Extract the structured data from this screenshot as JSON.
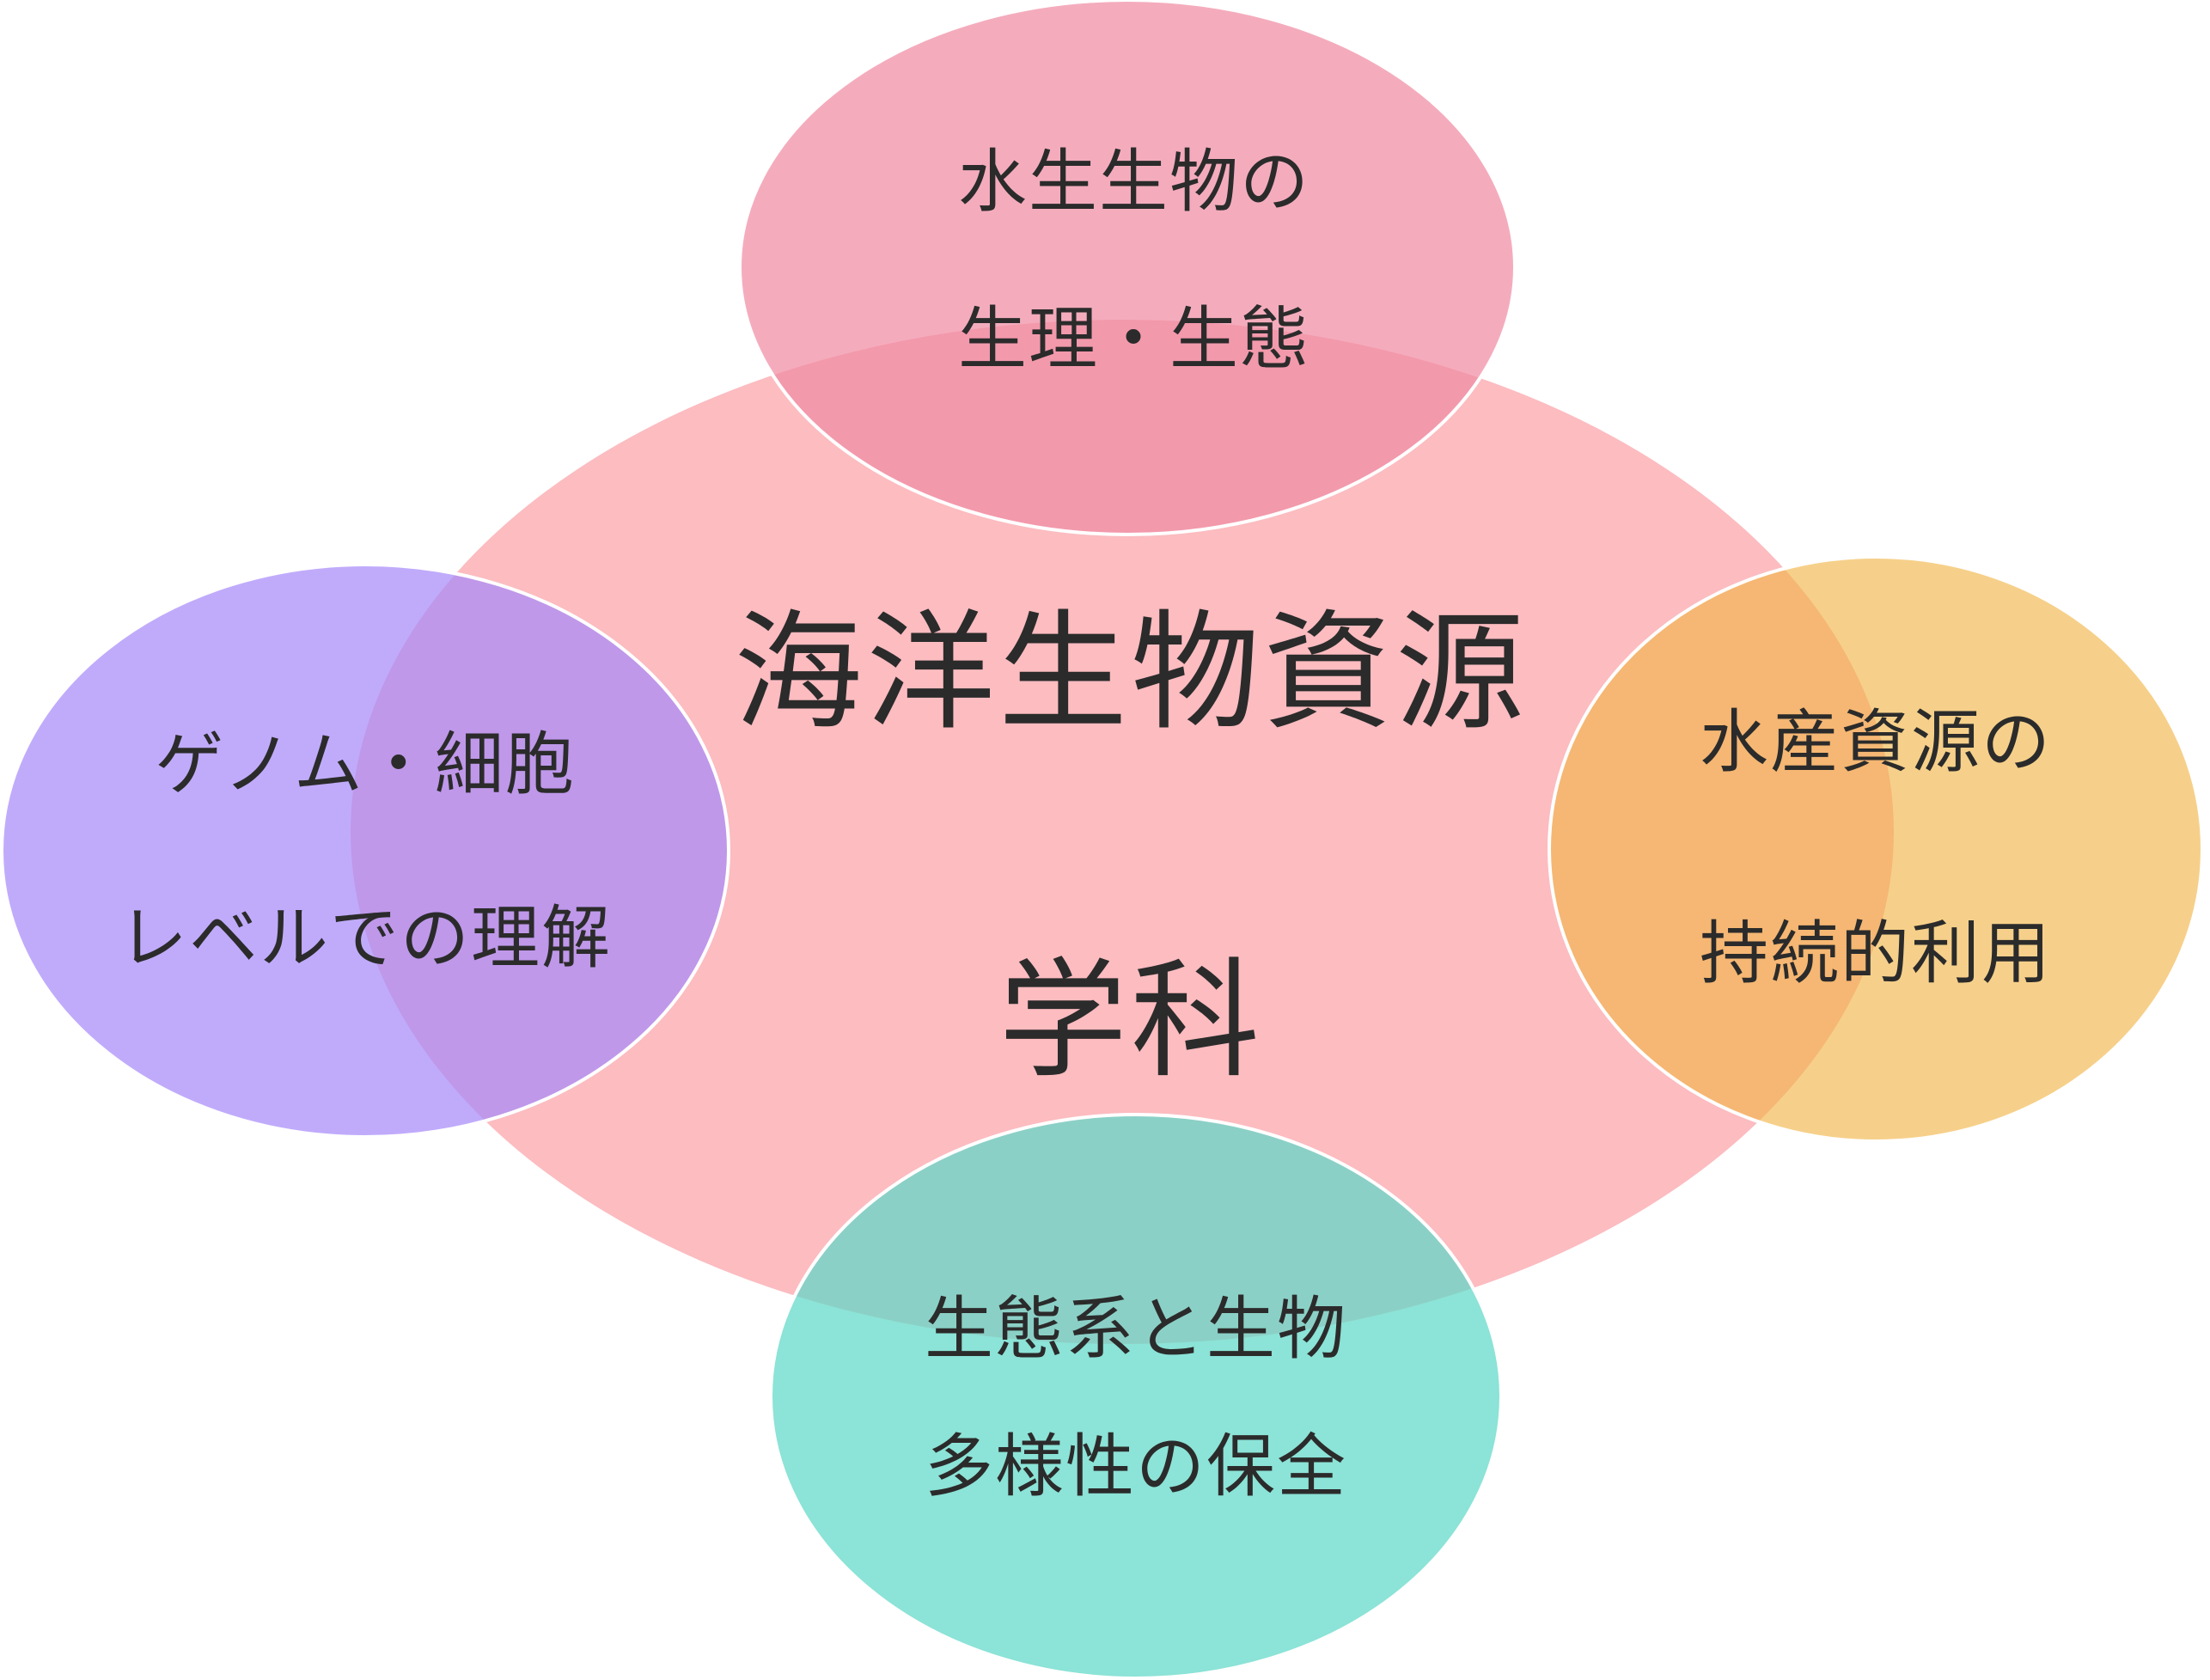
{
  "center": {
    "line1": "海洋生物資源",
    "line2": "学科",
    "color": "#fcbcc0"
  },
  "top": {
    "line1": "水生生物の",
    "line2": "生理・生態",
    "color": "#f08ca4"
  },
  "left": {
    "line1": "ゲノム・細胞",
    "line2": "レベルでの理解",
    "color": "#a78bfa"
  },
  "right": {
    "line1": "水産資源の",
    "line2": "持続的利用",
    "color": "#f0b545"
  },
  "bottom": {
    "line1": "生態系と生物",
    "line2": "多様性の保全",
    "color": "#5fd8c8"
  }
}
